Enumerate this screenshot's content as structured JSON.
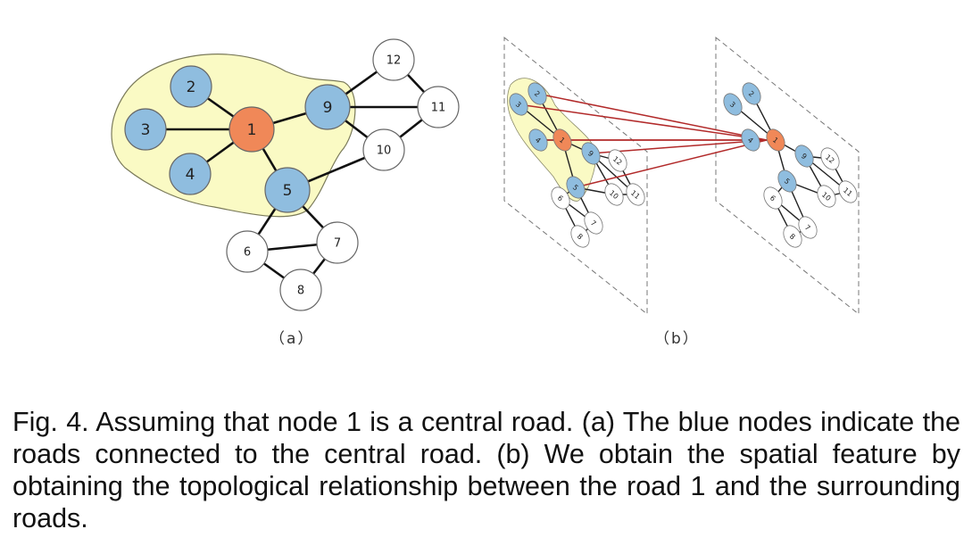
{
  "figure": {
    "panel_a": {
      "label": "（a）",
      "nodes": [
        {
          "id": "1",
          "type": "central"
        },
        {
          "id": "2",
          "type": "connected"
        },
        {
          "id": "3",
          "type": "connected"
        },
        {
          "id": "4",
          "type": "connected"
        },
        {
          "id": "5",
          "type": "connected"
        },
        {
          "id": "6",
          "type": "other"
        },
        {
          "id": "7",
          "type": "other"
        },
        {
          "id": "8",
          "type": "other"
        },
        {
          "id": "9",
          "type": "connected"
        },
        {
          "id": "10",
          "type": "other"
        },
        {
          "id": "11",
          "type": "other"
        },
        {
          "id": "12",
          "type": "other"
        }
      ],
      "edges": [
        [
          "1",
          "2"
        ],
        [
          "1",
          "3"
        ],
        [
          "1",
          "4"
        ],
        [
          "1",
          "5"
        ],
        [
          "1",
          "9"
        ],
        [
          "9",
          "12"
        ],
        [
          "9",
          "11"
        ],
        [
          "9",
          "10"
        ],
        [
          "12",
          "11"
        ],
        [
          "11",
          "10"
        ],
        [
          "5",
          "10"
        ],
        [
          "5",
          "6"
        ],
        [
          "5",
          "7"
        ],
        [
          "6",
          "7"
        ],
        [
          "6",
          "8"
        ],
        [
          "7",
          "8"
        ]
      ]
    },
    "panel_b": {
      "label": "（b）",
      "links_from": "1",
      "links_to": [
        "2",
        "3",
        "4",
        "5",
        "9"
      ]
    },
    "colors": {
      "central": "#f08858",
      "connected": "#8fbddf",
      "other": "#ffffff",
      "highlight": "#fafac4",
      "link": "#b22a2a"
    }
  },
  "caption": "Fig. 4. Assuming that node 1 is a central road. (a) The blue nodes indicate the roads connected to the central road. (b) We obtain the spatial feature by obtaining the topological relationship between the road 1 and the surrounding roads."
}
